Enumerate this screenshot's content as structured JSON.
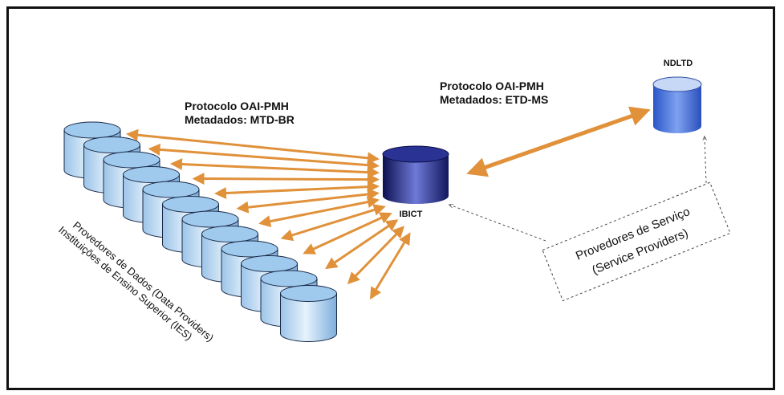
{
  "protocol_left": {
    "line1": "Protocolo OAI-PMH",
    "line2": "Metadados: MTD-BR"
  },
  "protocol_right": {
    "line1": "Protocolo OAI-PMH",
    "line2": "Metadados: ETD-MS"
  },
  "nodes": {
    "hub": {
      "label": "IBICT"
    },
    "ndltd": {
      "label": "NDLTD"
    }
  },
  "data_providers": {
    "line1": "Provedores de Dados (Data Providers)",
    "line2": "Instituições de Ensino Superior (IES)",
    "count": 12
  },
  "service_providers": {
    "line1": "Provedores de Serviço",
    "line2": "(Service Providers)"
  },
  "colors": {
    "arrow": "#e0913a",
    "cylinder_light": "#cfe4f7",
    "cylinder_mid": "#86b6e0",
    "hub_dark": "#141a66",
    "hub_mid": "#5a66c8",
    "ndltd_top": "#bcd0f5",
    "ndltd_body": "#3a66d8"
  }
}
